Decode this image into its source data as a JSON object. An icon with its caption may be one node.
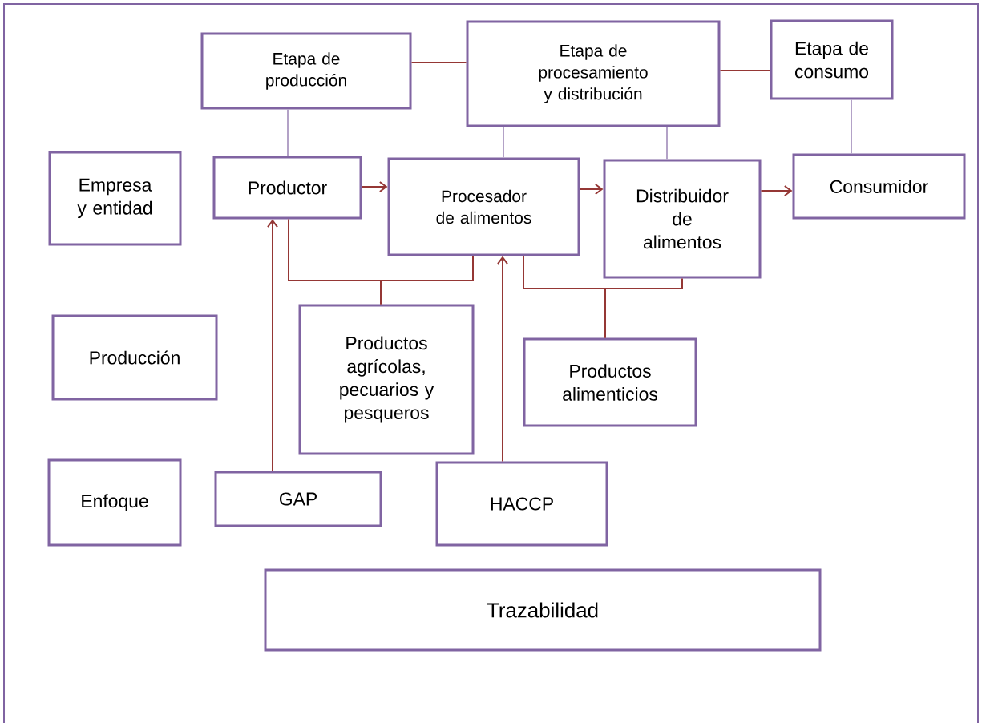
{
  "diagram": {
    "nodes": [
      {
        "text": [
          "Etapa de producción"
        ]
      },
      {
        "text": [
          "Etapa de procesamiento y distribución"
        ]
      },
      {
        "text": [
          "Etapa de consumo"
        ]
      },
      {
        "text": [
          "Empresa y entidad"
        ]
      },
      {
        "text": [
          "Productor"
        ]
      },
      {
        "text": [
          "Procesador de alimentos"
        ]
      },
      {
        "text": [
          "Distribuidor de alimentos"
        ]
      },
      {
        "text": [
          "Consumidor"
        ]
      },
      {
        "text": [
          "Producción"
        ]
      },
      {
        "text": [
          "Productos agrícolas, pecuarios y pesqueros"
        ]
      },
      {
        "text": [
          "Productos alimenticios"
        ]
      },
      {
        "text": [
          "Enfoque"
        ]
      },
      {
        "text": [
          "GAP"
        ]
      },
      {
        "text": [
          "HACCP"
        ]
      },
      {
        "text": [
          "Trazabilidad"
        ]
      }
    ],
    "edges": [
      {
        "from": 0,
        "to": 1,
        "arrow": "none"
      },
      {
        "from": 1,
        "to": 2,
        "arrow": "none"
      },
      {
        "from": 0,
        "to": 4,
        "arrow": "none",
        "color": "#b3a2c7"
      },
      {
        "from": 1,
        "to": 5,
        "arrow": "none",
        "color": "#b3a2c7"
      },
      {
        "from": 1,
        "to": 6,
        "arrow": "none",
        "color": "#b3a2c7"
      },
      {
        "from": 2,
        "to": 7,
        "arrow": "none",
        "color": "#b3a2c7"
      },
      {
        "from": 4,
        "to": 5,
        "arrow": "to"
      },
      {
        "from": 5,
        "to": 6,
        "arrow": "to"
      },
      {
        "from": 6,
        "to": 7,
        "arrow": "to"
      },
      {
        "from": 9,
        "to": 4,
        "arrow": "none"
      },
      {
        "from": 9,
        "to": 5,
        "arrow": "none"
      },
      {
        "from": 10,
        "to": 5,
        "arrow": "none"
      },
      {
        "from": 10,
        "to": 6,
        "arrow": "none"
      },
      {
        "from": 12,
        "to": 4,
        "arrow": "to"
      },
      {
        "from": 13,
        "to": 5,
        "arrow": "to"
      }
    ]
  }
}
